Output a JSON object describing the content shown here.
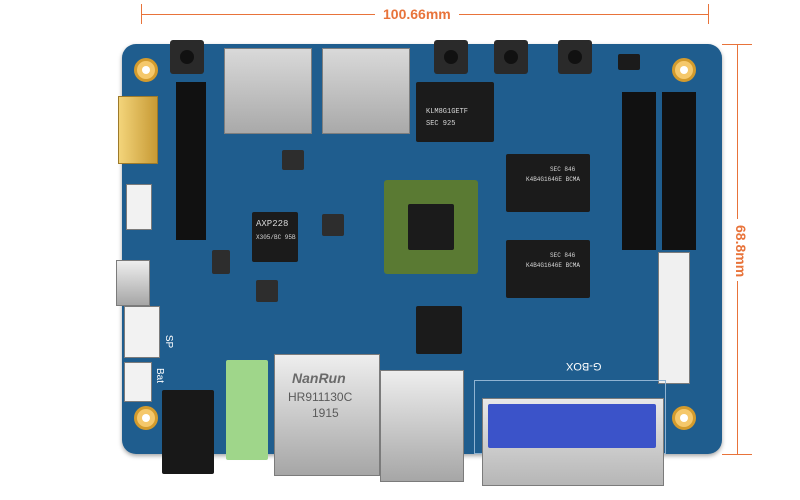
{
  "dimensions": {
    "width_label": "100.66mm",
    "height_label": "68.8mm",
    "accent_color": "#e8733a"
  },
  "board": {
    "pcb_color": "#1f5d8e",
    "soc_label": "",
    "pmic_label": "AXP228",
    "pmic_sub": "X305/BC 95B",
    "rj45_brand": "NanRun",
    "rj45_model": "HR911130C",
    "rj45_date": "1915",
    "silk_gbox": "G-BOX",
    "silk_bat": "Bat",
    "silk_sp": "SP",
    "flash_label": "SEC 925",
    "flash_sub": "KLM8G1GETF",
    "ram1_label": "SEC 846",
    "ram1_sub": "K4B4G1646E BCMA",
    "ram2_label": "SEC 846",
    "ram2_sub": "K4B4G1646E BCMA"
  }
}
